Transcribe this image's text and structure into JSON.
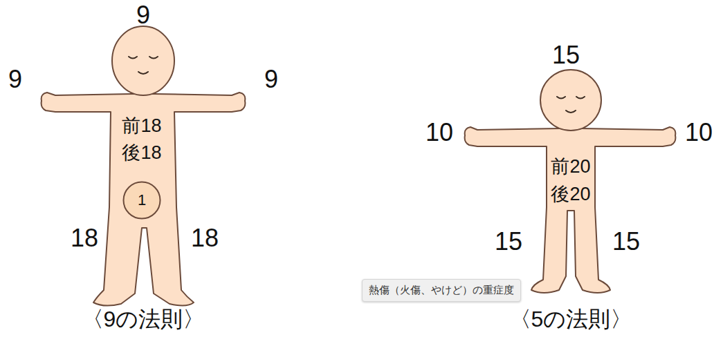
{
  "diagram": {
    "nodes": [
      {
        "text": [
          "1"
        ]
      },
      {
        "text": [
          "熱傷（火傷、やけど）の重症度"
        ]
      }
    ],
    "labels": [
      "9",
      "9",
      "9",
      "前18",
      "後18",
      "18",
      "18",
      "〈9の法則〉",
      "15",
      "10",
      "10",
      "前20",
      "後20",
      "15",
      "15",
      "〈5の法則〉"
    ]
  }
}
